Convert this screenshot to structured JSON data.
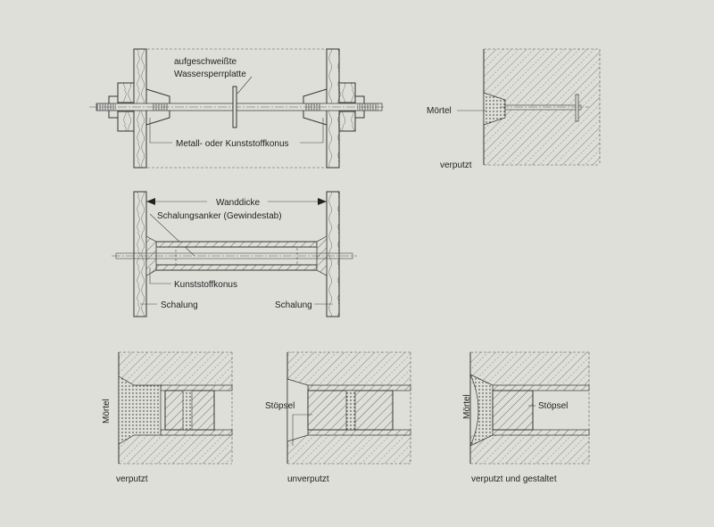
{
  "top_left": {
    "label_plate_1": "aufgeschweißte",
    "label_plate_2": "Wassersperrplatte",
    "label_cone": "Metall- oder Kunststoffkonus"
  },
  "top_right": {
    "label_mortar": "Mörtel",
    "caption": "verputzt"
  },
  "middle": {
    "label_wall_thickness": "Wanddicke",
    "label_anchor": "Schalungsanker (Gewindestab)",
    "label_cone": "Kunststoffkonus",
    "label_formwork_left": "Schalung",
    "label_formwork_right": "Schalung"
  },
  "bottom": [
    {
      "caption": "verputzt",
      "label": "Mörtel"
    },
    {
      "caption": "unverputzt",
      "label": "Stöpsel"
    },
    {
      "caption": "verputzt und gestaltet",
      "label_mortar": "Mörtel",
      "label_plug": "Stöpsel"
    }
  ]
}
